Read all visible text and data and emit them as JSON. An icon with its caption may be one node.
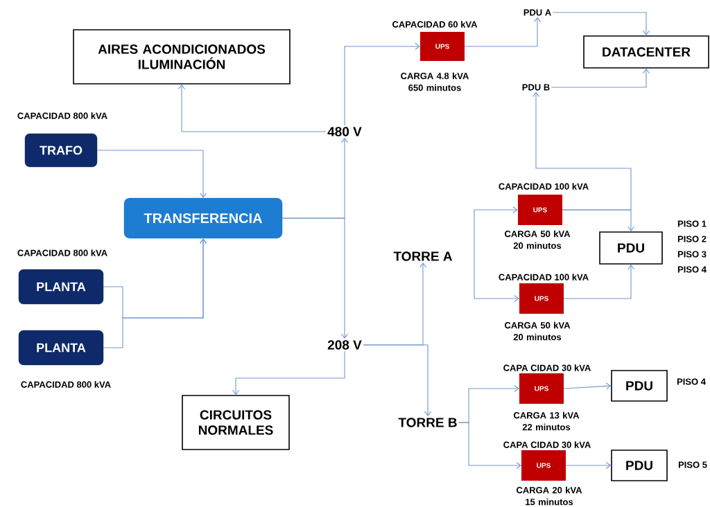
{
  "diagram": {
    "nodes": [
      {
        "text": [
          "AIRES ACONDICIONADOS ILUMINACIÓN"
        ]
      },
      {
        "text": [
          "TRAFO"
        ],
        "beside": [
          "CAPACIDAD 800 kVA"
        ]
      },
      {
        "text": [
          "TRANSFERENCIA"
        ]
      },
      {
        "text": [
          "PLANTA"
        ],
        "beside": [
          "CAPACIDAD 800 kVA"
        ]
      },
      {
        "text": [
          "PLANTA"
        ],
        "beside": [
          "CAPACIDAD 800 kVA"
        ]
      },
      {
        "text": [
          "480 V"
        ]
      },
      {
        "text": [
          "208 V"
        ]
      },
      {
        "text": [
          "CIRCUITOS NORMALES"
        ]
      },
      {
        "text": [
          "UPS"
        ],
        "beside": [
          "CAPACIDAD 60 kVA",
          "CARGA 4.8 kVA 650 minutos"
        ]
      },
      {
        "text": [
          "PDU A"
        ]
      },
      {
        "text": [
          "PDU B"
        ]
      },
      {
        "text": [
          "DATACENTER"
        ]
      },
      {
        "text": [
          "TORRE A"
        ]
      },
      {
        "text": [
          "TORRE B"
        ]
      },
      {
        "text": [
          "UPS"
        ],
        "beside": [
          "CAPACIDAD 100 kVA",
          "CARGA 50 kVA 20 minutos"
        ]
      },
      {
        "text": [
          "PDU"
        ],
        "beside": [
          "PISO 1",
          "PISO 2",
          "PISO 3",
          "PISO 4"
        ]
      },
      {
        "text": [
          "UPS"
        ],
        "beside": [
          "CAPACIDAD 100 kVA",
          "CARGA 50 kVA 20 minutos"
        ]
      },
      {
        "text": [
          "UPS"
        ],
        "beside": [
          "CAPA CIDAD 30 kVA",
          "CARGA 13 kVA 22 minutos"
        ]
      },
      {
        "text": [
          "PDU"
        ],
        "beside": [
          "PISO 4"
        ]
      },
      {
        "text": [
          "UPS"
        ],
        "beside": [
          "CAPA CIDAD 30 kVA",
          "CARGA 20 kVA 15 minutos"
        ]
      },
      {
        "text": [
          "PDU"
        ],
        "beside": [
          "PISO 5"
        ]
      }
    ],
    "edges": [
      {
        "from": 1,
        "to": 2,
        "arrow": "to"
      },
      {
        "from": 3,
        "to": 2,
        "arrow": "to"
      },
      {
        "from": 4,
        "to": 2,
        "arrow": "to"
      },
      {
        "from": 2,
        "to": 5,
        "arrow": "to"
      },
      {
        "from": 2,
        "to": 6,
        "arrow": "to"
      },
      {
        "from": 5,
        "to": 0,
        "arrow": "to"
      },
      {
        "from": 5,
        "to": 8,
        "arrow": "to"
      },
      {
        "from": 8,
        "to": 9,
        "arrow": "to"
      },
      {
        "from": 9,
        "to": 11,
        "arrow": "to"
      },
      {
        "from": 10,
        "to": 11,
        "arrow": "to"
      },
      {
        "from": 6,
        "to": 7,
        "arrow": "to"
      },
      {
        "from": 6,
        "to": 12,
        "arrow": "to"
      },
      {
        "from": 6,
        "to": 13,
        "arrow": "to"
      },
      {
        "from": null,
        "to": 14,
        "arrow": "to"
      },
      {
        "from": null,
        "to": 16,
        "arrow": "to"
      },
      {
        "from": 14,
        "to": 15,
        "arrow": "to"
      },
      {
        "from": 14,
        "to": 10,
        "arrow": "to"
      },
      {
        "from": 16,
        "to": 15,
        "arrow": "to"
      },
      {
        "from": 13,
        "to": 17,
        "arrow": "to"
      },
      {
        "from": 13,
        "to": 19,
        "arrow": "to"
      },
      {
        "from": 17,
        "to": 18,
        "arrow": "to"
      },
      {
        "from": 19,
        "to": 20,
        "arrow": "to"
      }
    ]
  }
}
